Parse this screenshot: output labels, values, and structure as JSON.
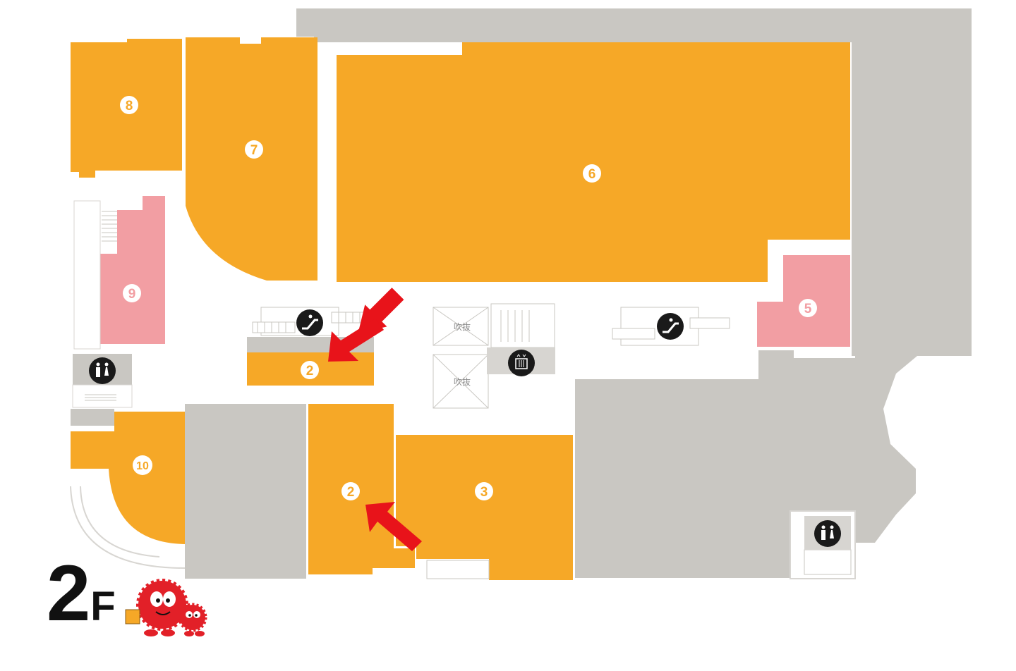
{
  "floor": {
    "number": "2",
    "suffix": "F"
  },
  "colors": {
    "shop": "#f6a827",
    "highlight_shop": "#f29ea3",
    "unavailable": "#c9c7c2",
    "corridor": "#ffffff",
    "arrow": "#e8131a",
    "icon_bg": "#1a1a1a"
  },
  "stores": [
    {
      "id": "s8",
      "number": "8",
      "category": "shop"
    },
    {
      "id": "s7",
      "number": "7",
      "category": "shop"
    },
    {
      "id": "s6",
      "number": "6",
      "category": "shop"
    },
    {
      "id": "s9",
      "number": "9",
      "category": "highlight"
    },
    {
      "id": "s5",
      "number": "5",
      "category": "highlight"
    },
    {
      "id": "s2a",
      "number": "2",
      "category": "shop"
    },
    {
      "id": "s2b",
      "number": "2",
      "category": "shop"
    },
    {
      "id": "s3",
      "number": "3",
      "category": "shop"
    },
    {
      "id": "s10",
      "number": "10",
      "category": "shop"
    }
  ],
  "atrium": {
    "label_1": "吹抜",
    "label_2": "吹抜"
  },
  "icons": [
    "escalator-icon",
    "escalator-icon",
    "elevator-icon",
    "restroom-icon",
    "restroom-icon"
  ],
  "markers": [
    "arrow-pointer",
    "arrow-pointer"
  ],
  "mascot": "hedgehog-mascot"
}
